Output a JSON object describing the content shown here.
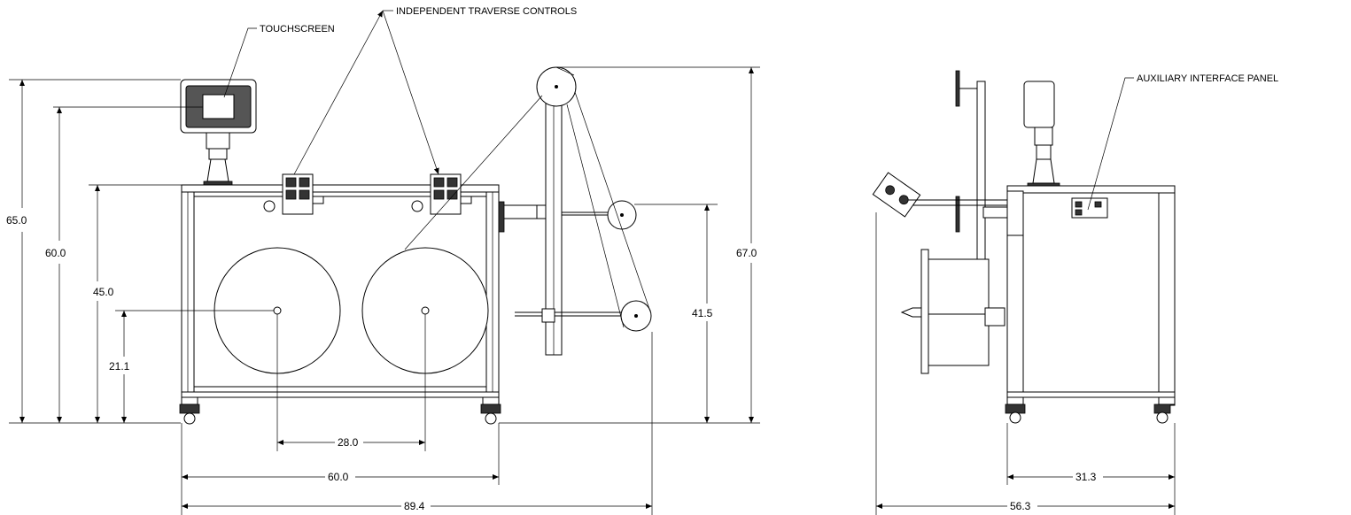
{
  "callouts": {
    "touchscreen": "TOUCHSCREEN",
    "traverse": "INDEPENDENT TRAVERSE CONTROLS",
    "aux_panel": "AUXILIARY INTERFACE PANEL"
  },
  "front_view": {
    "dims": {
      "h_touchscreen_top": "65.0",
      "h_screen": "60.0",
      "h_table": "45.0",
      "h_spool": "21.1",
      "h_pulley_top": "67.0",
      "h_pulley_mid": "41.5",
      "w_spools": "28.0",
      "w_table": "60.0",
      "w_total": "89.4"
    }
  },
  "side_view": {
    "dims": {
      "w_frame": "31.3",
      "w_total": "56.3"
    }
  }
}
